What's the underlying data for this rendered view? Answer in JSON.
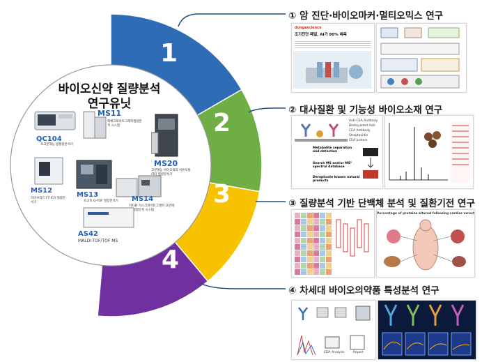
{
  "center": {
    "title_line1": "바이오신약 질량분석",
    "title_line2": "연구유닛"
  },
  "segments": [
    {
      "number": "1",
      "color": "#2e6db6"
    },
    {
      "number": "2",
      "color": "#6fad45"
    },
    {
      "number": "3",
      "color": "#f7c200"
    },
    {
      "number": "4",
      "color": "#7030a0"
    }
  ],
  "instruments": [
    {
      "code": "QC104",
      "desc": "초고분해능 광질량분석기"
    },
    {
      "code": "MS11",
      "desc": "액체크로마토그래피질량분석 시스템"
    },
    {
      "code": "MS20",
      "desc": "고분해능 바이오의약 이온모빌리티 질량분석기"
    },
    {
      "code": "MS12",
      "desc": "하이브리드 FT-ICR 질량분석기"
    },
    {
      "code": "MS13",
      "desc": "초고속 Q-TOF 질량분석기"
    },
    {
      "code": "MS14",
      "desc": "이차원 가스크로마토그래피 고분해능 질량분석 시스템"
    },
    {
      "code": "AS42",
      "desc": "MALDI-TOF/TOF MS"
    }
  ],
  "research": [
    {
      "heading": "① 암 진단·바이오마커·멀티오믹스 연구"
    },
    {
      "heading": "② 대사질환 및 기능성 바이오소재 연구"
    },
    {
      "heading": "③ 질량분석 기반 단백체 분석 및 질환기전 연구"
    },
    {
      "heading": "④ 차세대 바이오의약품 특성분석 연구"
    }
  ],
  "panel_texts": {
    "news_brand": "dongascience",
    "news_headline": "조기진단 패밀, AI가 90% 예측",
    "legend_antibody": "Anti-CEA Antibody",
    "legend_biotinylated": "Biotinylated Anti-CEA Antibody",
    "legend_streptavidin": "Streptavidin",
    "legend_protein": "CEA protein",
    "flow_metabolite": "Metabolite separation and detection",
    "flow_search": "Search MS and/or MS² spectral database",
    "flow_dereplicate": "Dereplicate known natural products",
    "proteome_title": "Percentage of proteins altered following cardiac arrest",
    "cda_label": "CDA Analysis",
    "report_label": "Report"
  },
  "colors": {
    "accent_blue": "#2e6db6",
    "accent_green": "#6fad45",
    "accent_yellow": "#f7c200",
    "accent_purple": "#7030a0",
    "connector": "#1f4e79",
    "code_blue": "#1f5fbf"
  }
}
